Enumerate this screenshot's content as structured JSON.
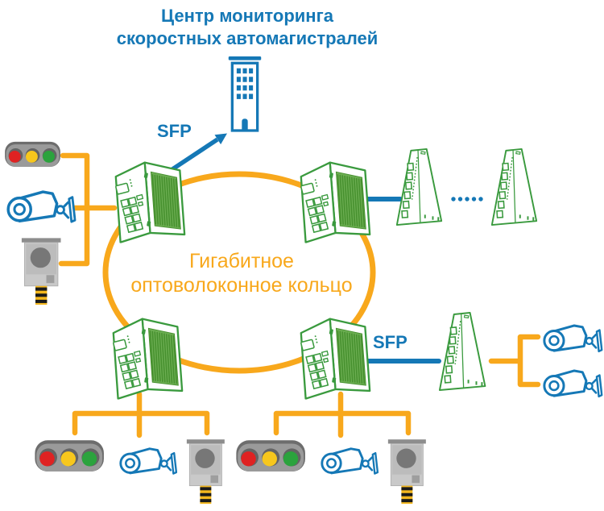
{
  "header": {
    "title_line1": "Центр мониторинга",
    "title_line2": "скоростных автомагистралей"
  },
  "ring": {
    "label_line1": "Гигабитное",
    "label_line2": "оптоволоконное кольцо"
  },
  "labels": {
    "sfp_uplink": "SFP",
    "sfp_right": "SFP"
  },
  "colors": {
    "accent_blue": "#1578b6",
    "accent_orange": "#f8a81c",
    "accent_green": "#3a9a3e",
    "traffic_red": "#df2222",
    "traffic_yellow": "#f7c71d",
    "traffic_green": "#2ba33d"
  },
  "icons": {
    "building": "building-icon",
    "industrial_switch": "industrial-switch-icon",
    "rail_switch": "din-rail-switch-icon",
    "cctv_camera": "cctv-camera-icon",
    "traffic_light": "traffic-light-icon",
    "speed_camera": "speed-camera-icon",
    "ellipsis": "ellipsis-dots-icon",
    "uplink_arrow": "uplink-arrow-icon"
  }
}
